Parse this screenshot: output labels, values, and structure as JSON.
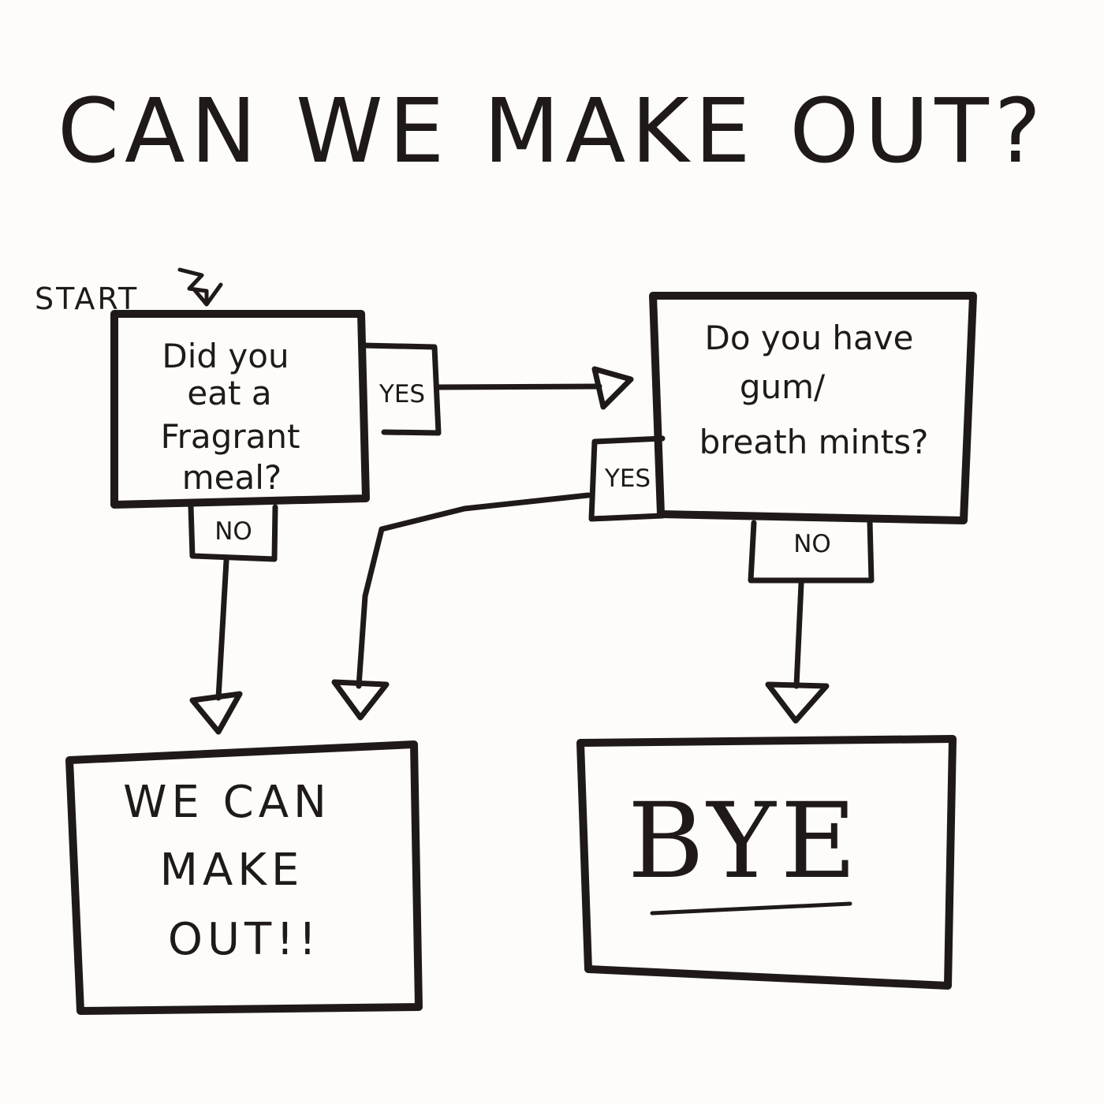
{
  "diagram": {
    "title": "CAN WE MAKE OUT?",
    "start_label": "START",
    "question1": {
      "lines": [
        "Did you",
        "eat a",
        "Fragrant",
        "meal?"
      ]
    },
    "question2": {
      "lines": [
        "Do you have",
        "gum/",
        "breath mints?"
      ]
    },
    "labels": {
      "q1_yes": "YES",
      "q1_no": "NO",
      "q2_yes": "YES",
      "q2_no": "NO"
    },
    "results": {
      "make_out": {
        "lines": [
          "WE CAN",
          "MAKE",
          "OUT!!"
        ]
      },
      "bye": {
        "text": "BYE"
      }
    },
    "colors": {
      "ink": "#1f1a18",
      "paper": "#fdfcfb"
    }
  }
}
